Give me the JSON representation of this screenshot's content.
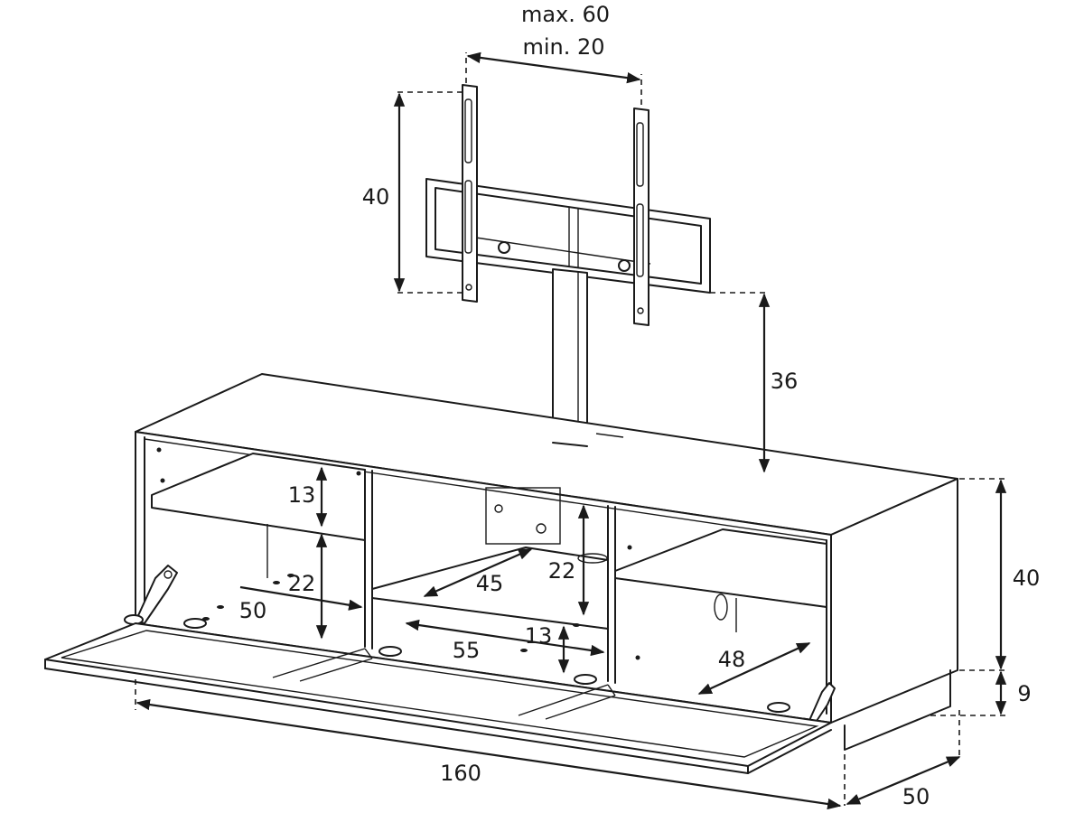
{
  "dimensions": {
    "bracket_max": "max. 60",
    "bracket_min": "min. 20",
    "bracket_height": "40",
    "mount_height": "36",
    "shelf_left_top": "13",
    "shelf_left_gap": "22",
    "shelf_left_depth": "50",
    "shelf_mid_depth": "45",
    "shelf_mid_gap": "22",
    "shelf_mid_low": "13",
    "compartment_width": "55",
    "shelf_right_depth": "48",
    "cabinet_height": "40",
    "plinth_height": "9",
    "total_width": "160",
    "total_depth": "50"
  },
  "colors": {
    "line": "#1a1a1a",
    "background": "#ffffff"
  }
}
